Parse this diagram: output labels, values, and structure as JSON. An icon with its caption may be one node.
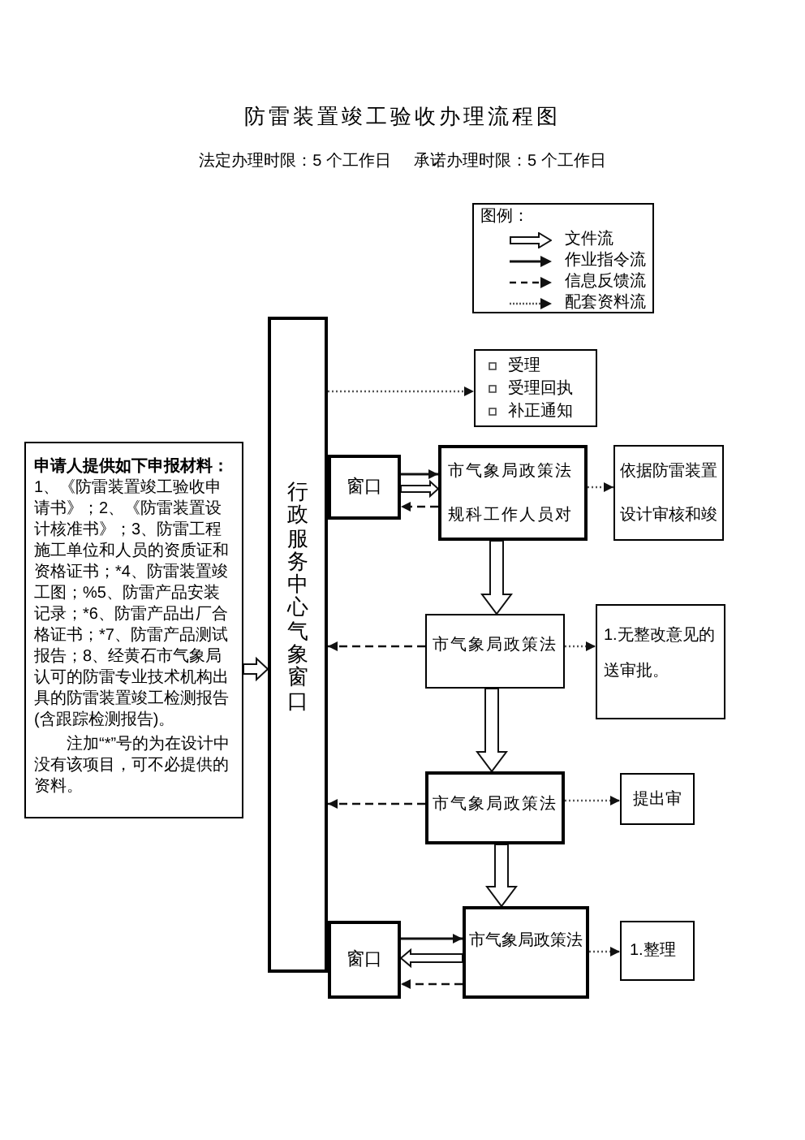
{
  "diagram": {
    "title": "防雷装置竣工验收办理流程图",
    "nodes": [
      {
        "text": [
          "行政服务中心气象窗口"
        ]
      },
      {
        "text": [
          "申请人提供如下申报材料：",
          "1、《防雷装置竣工验收申请书》；2、《防雷装置设计核准书》；3、防雷工程施工单位和人员的资质证和资格证书；*4、防雷装置竣工图；%5、防雷产品安装记录；*6、防雷产品出厂合格证书；*7、防雷产品测试报告；8、经黄石市气象局认可的防雷专业技术机构出具的防雷装置竣工检测报告(含跟踪检测报告)。",
          "注加“*”号的为在设计中没有该项目，可不必提供的资料。"
        ]
      },
      {
        "text": [
          "受理",
          "受理回执",
          "补正通知"
        ]
      },
      {
        "text": [
          "窗口"
        ]
      },
      {
        "text": [
          "市气象局政策法规科工作人员对"
        ]
      },
      {
        "text": [
          "依据防雷装置设计审核和竣"
        ]
      },
      {
        "text": [
          "市气象局政策法"
        ]
      },
      {
        "text": [
          "1.无整改意见的送审批。"
        ]
      },
      {
        "text": [
          "市气象局政策法"
        ]
      },
      {
        "text": [
          "提出审"
        ]
      },
      {
        "text": [
          "窗口"
        ]
      },
      {
        "text": [
          "市气象局政策法"
        ]
      },
      {
        "text": [
          "1.整理"
        ]
      }
    ],
    "edges": [
      {
        "from": 1,
        "to": 0,
        "arrow": "to",
        "style": "thick"
      },
      {
        "from": 0,
        "to": 2,
        "arrow": "to",
        "style": "dashed",
        "color": "#555555"
      },
      {
        "from": 3,
        "to": 4,
        "arrow": "to"
      },
      {
        "from": 3,
        "to": 4,
        "arrow": "to",
        "style": "thick"
      },
      {
        "from": 4,
        "to": 3,
        "arrow": "to",
        "style": "dashed"
      },
      {
        "from": 4,
        "to": 5,
        "arrow": "to",
        "style": "dashed",
        "color": "#555555"
      },
      {
        "from": 4,
        "to": 6,
        "arrow": "to",
        "style": "thick"
      },
      {
        "from": 6,
        "to": 0,
        "arrow": "to",
        "style": "dashed"
      },
      {
        "from": 6,
        "to": 7,
        "arrow": "to",
        "style": "dashed",
        "color": "#555555"
      },
      {
        "from": 6,
        "to": 8,
        "arrow": "to",
        "style": "thick"
      },
      {
        "from": 8,
        "to": 0,
        "arrow": "to",
        "style": "dashed"
      },
      {
        "from": 8,
        "to": 9,
        "arrow": "to",
        "style": "dashed",
        "color": "#555555"
      },
      {
        "from": 8,
        "to": 11,
        "arrow": "to",
        "style": "thick"
      },
      {
        "from": 10,
        "to": 11,
        "arrow": "to"
      },
      {
        "from": 11,
        "to": 10,
        "arrow": "to",
        "style": "thick"
      },
      {
        "from": 11,
        "to": 12,
        "arrow": "to",
        "style": "dashed",
        "color": "#555555"
      },
      {
        "from": 11,
        "to": 10,
        "arrow": "to",
        "style": "dashed"
      }
    ],
    "labels": [
      "法定办理时限：5 个工作日",
      "承诺办理时限：5 个工作日",
      "图例："
    ],
    "legend": [
      {
        "text": "文件流"
      },
      {
        "text": "作业指令流"
      },
      {
        "text": "信息反馈流"
      },
      {
        "text": "配套资料流"
      }
    ]
  }
}
